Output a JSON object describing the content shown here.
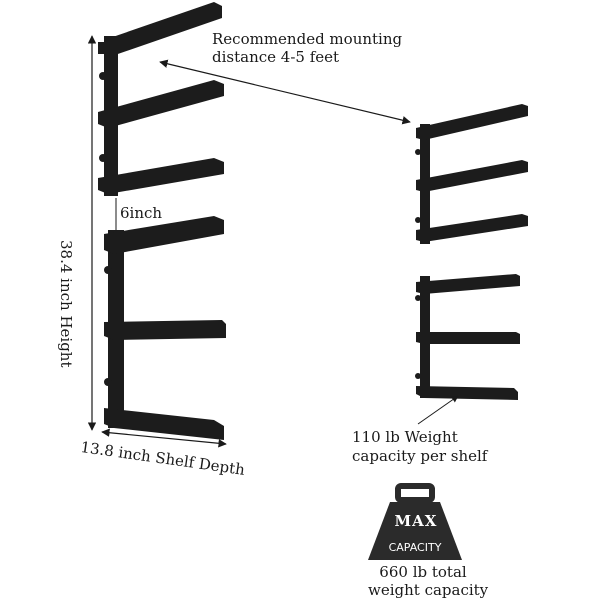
{
  "labels": {
    "mounting_line1": "Recommended mounting",
    "mounting_line2": "distance 4-5 feet",
    "gap": "6inch",
    "height": "38.4 inch Height",
    "depth": "13.8 inch Shelf Depth",
    "weight_line1": "110 lb Weight",
    "weight_line2": "capacity per shelf",
    "max": "MAX",
    "capacity": "CAPACITY",
    "total_line1": "660 lb total",
    "total_line2": "weight capacity"
  },
  "colors": {
    "rack": "#1c1c1c",
    "rack_edge": "#3a3a3a",
    "weight_icon": "#2b2b2b",
    "text": "#1a1a1a"
  }
}
